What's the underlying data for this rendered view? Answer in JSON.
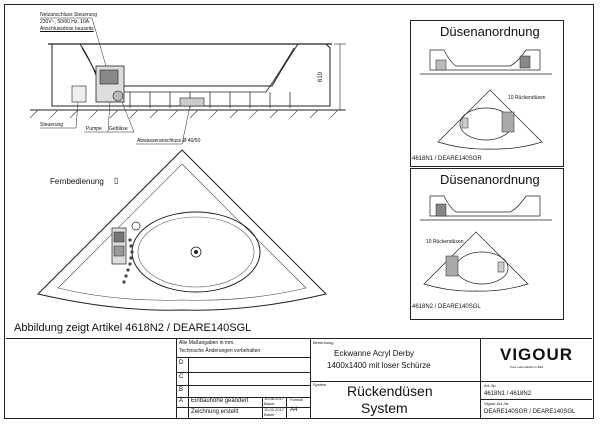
{
  "main": {
    "supply_title": "Netzanschluss Steuerung",
    "supply_spec": "230V~, 50/60 Hz, 10A",
    "supply_box": "Anschlussdose bauseits",
    "dim_height": "610",
    "label_control": "Steuerung",
    "label_pump": "Pumpe",
    "label_blower": "Gebläse",
    "label_drain": "Abwasseranschluss Ø 40/50",
    "label_remote": "Fernbedienung",
    "caption": "Abbildung zeigt Artikel 4618N2  / DEARE140SGL"
  },
  "panels": [
    {
      "title": "Düsenanordnung",
      "nozzles": "10 Rückendüsen",
      "code": "4618N1 / DEARE140SGR"
    },
    {
      "title": "Düsenanordnung",
      "nozzles": "10 Rückendüsen",
      "code": "4618N2 / DEARE140SGL"
    }
  ],
  "title_block": {
    "dims_note": "Alle Maßangaben in mm.",
    "changes_note": "Technische Änderungen vorbehalten",
    "rev_d": "D",
    "rev_c": "C",
    "rev_b": "B",
    "rev_a": "A",
    "install_height": "Einbauhöhe geändert",
    "drawn": "Zeichnung erstellt",
    "date1": "10.08.2017",
    "date2": "10.03.2017",
    "name1": "Bauer",
    "name2": "Bauer",
    "format_label": "Format",
    "format": "A4",
    "desc_label": "Benennung",
    "product_line1": "Eckwanne Acryl Derby",
    "product_line2": "1400x1400 mit loser Schürze",
    "system_label": "System",
    "system_line1": "Rückendüsen",
    "system_line2": "System",
    "brand": "VIGOUR",
    "slogan": "Pure Lebenskraft im Bad",
    "art_label": "Art.-Nr.",
    "art_no": "4618N1 / 4618N2",
    "vigour_art_label": "Vigour-Art.-Nr.",
    "vigour_art": "DEARE140SGR / DEARE140SGL"
  }
}
